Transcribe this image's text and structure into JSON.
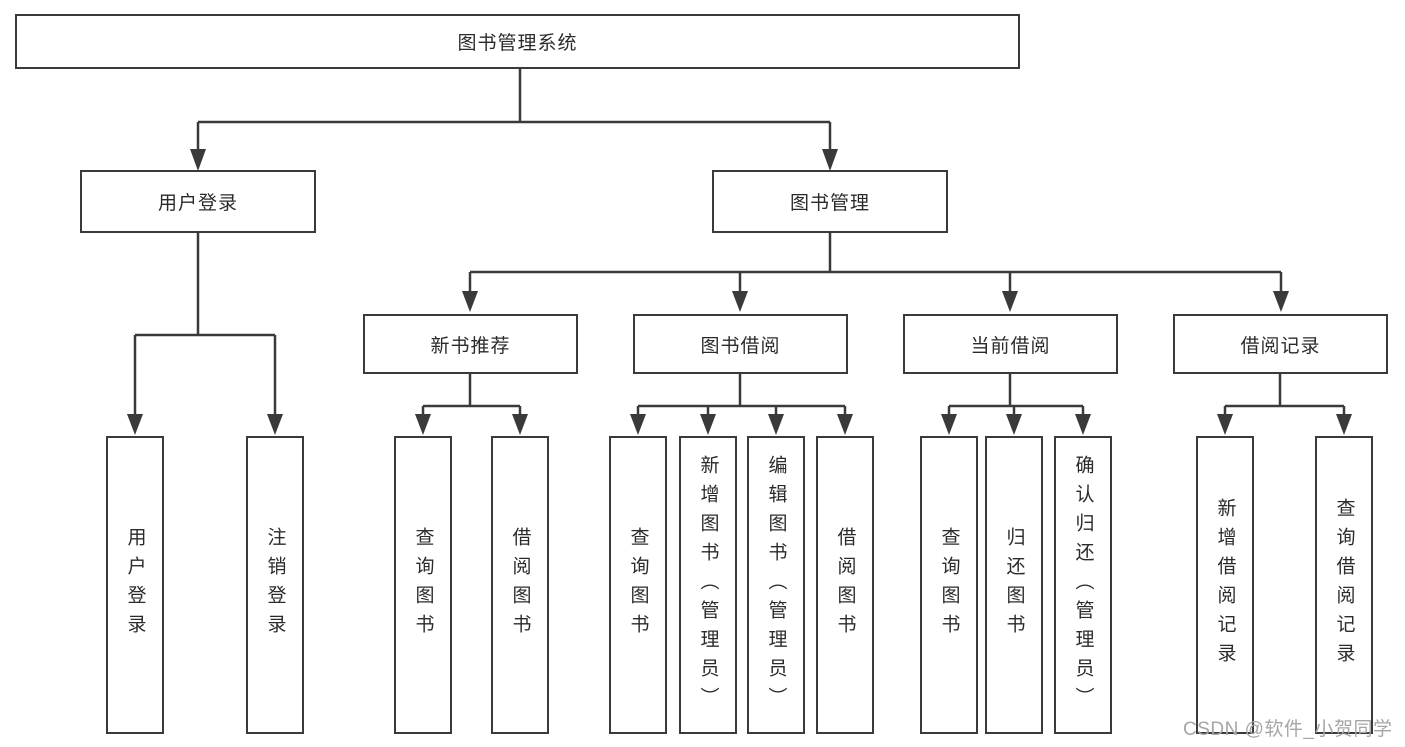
{
  "tree": {
    "root": {
      "label": "图书管理系统",
      "children": [
        {
          "label": "用户登录",
          "children": [
            {
              "label": "用户登录"
            },
            {
              "label": "注销登录"
            }
          ]
        },
        {
          "label": "图书管理",
          "children": [
            {
              "label": "新书推荐",
              "children": [
                {
                  "label": "查询图书"
                },
                {
                  "label": "借阅图书"
                }
              ]
            },
            {
              "label": "图书借阅",
              "children": [
                {
                  "label": "查询图书"
                },
                {
                  "label": "新增图书（管理员）"
                },
                {
                  "label": "编辑图书（管理员）"
                },
                {
                  "label": "借阅图书"
                }
              ]
            },
            {
              "label": "当前借阅",
              "children": [
                {
                  "label": "查询图书"
                },
                {
                  "label": "归还图书"
                },
                {
                  "label": "确认归还（管理员）"
                }
              ]
            },
            {
              "label": "借阅记录",
              "children": [
                {
                  "label": "新增借阅记录"
                },
                {
                  "label": "查询借阅记录"
                }
              ]
            }
          ]
        }
      ]
    }
  },
  "watermark": {
    "text": "CSDN @软件_小贺同学"
  },
  "colors": {
    "line": "#3a3a3a",
    "box_border": "#3a3a3a",
    "text": "#2b2b2b",
    "watermark": "#a6a6a6",
    "background": "#ffffff"
  }
}
